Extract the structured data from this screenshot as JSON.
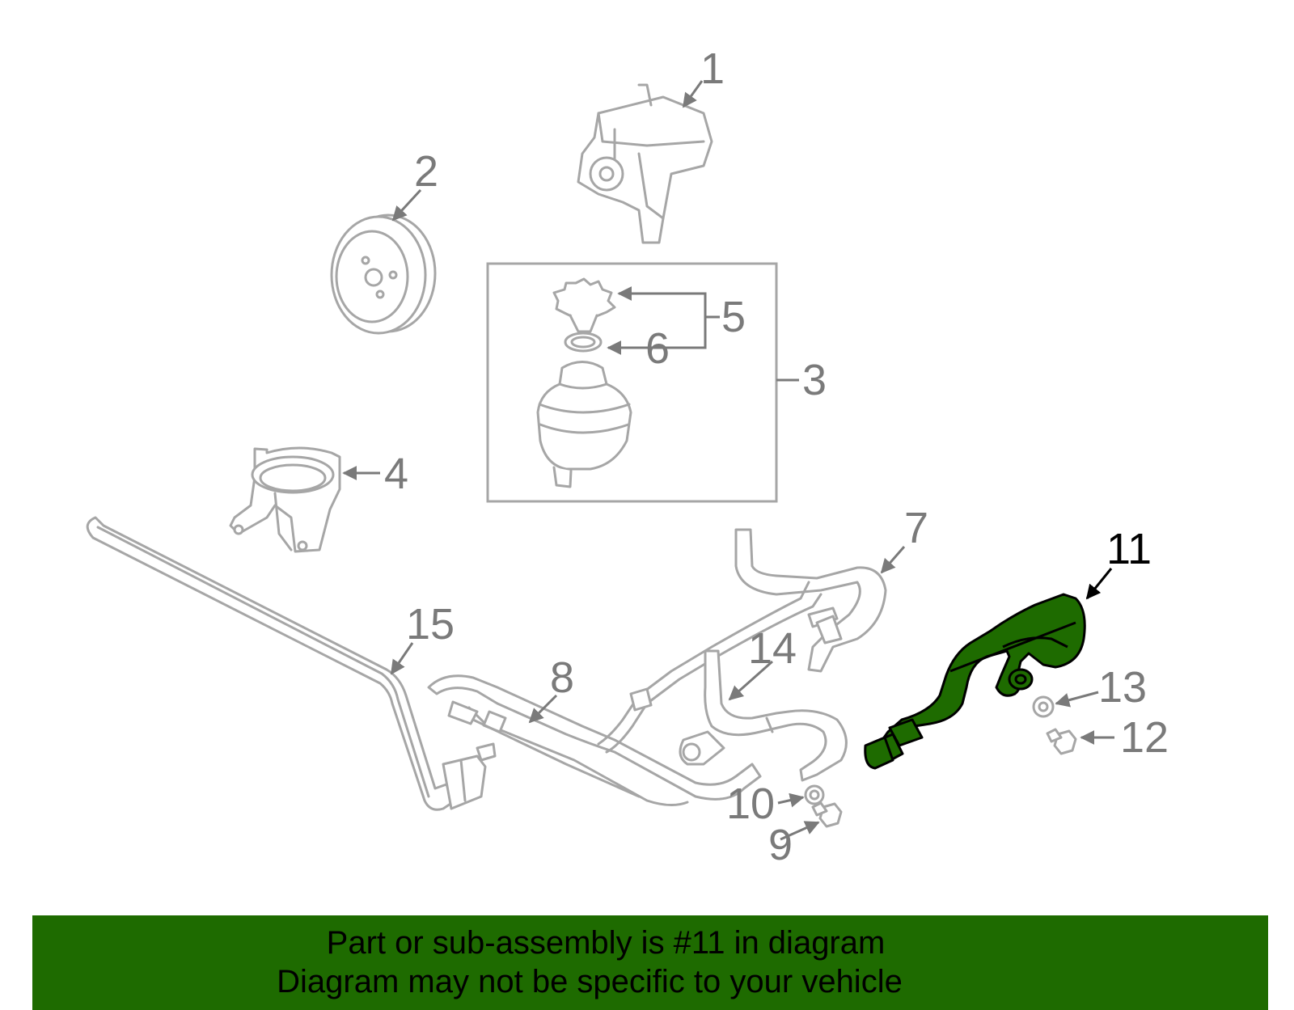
{
  "diagram": {
    "callouts": [
      {
        "number": "1",
        "part": "power-steering-pump"
      },
      {
        "number": "2",
        "part": "pulley"
      },
      {
        "number": "3",
        "part": "reservoir-assembly"
      },
      {
        "number": "4",
        "part": "reservoir-bracket"
      },
      {
        "number": "5",
        "part": "reservoir-cap"
      },
      {
        "number": "6",
        "part": "o-ring"
      },
      {
        "number": "7",
        "part": "pressure-hose"
      },
      {
        "number": "8",
        "part": "return-line"
      },
      {
        "number": "9",
        "part": "bolt"
      },
      {
        "number": "10",
        "part": "washer"
      },
      {
        "number": "11",
        "part": "hose",
        "highlighted": true
      },
      {
        "number": "12",
        "part": "bolt"
      },
      {
        "number": "13",
        "part": "washer"
      },
      {
        "number": "14",
        "part": "hose"
      },
      {
        "number": "15",
        "part": "cooler-line"
      }
    ],
    "colors": {
      "highlight": "#1e6b00",
      "part_outline": "#a6a6a6",
      "label": "#7a7a7a"
    }
  },
  "banner": {
    "line1": "Part or sub-assembly is #11 in diagram",
    "line2": "Diagram may not be specific to your vehicle"
  }
}
